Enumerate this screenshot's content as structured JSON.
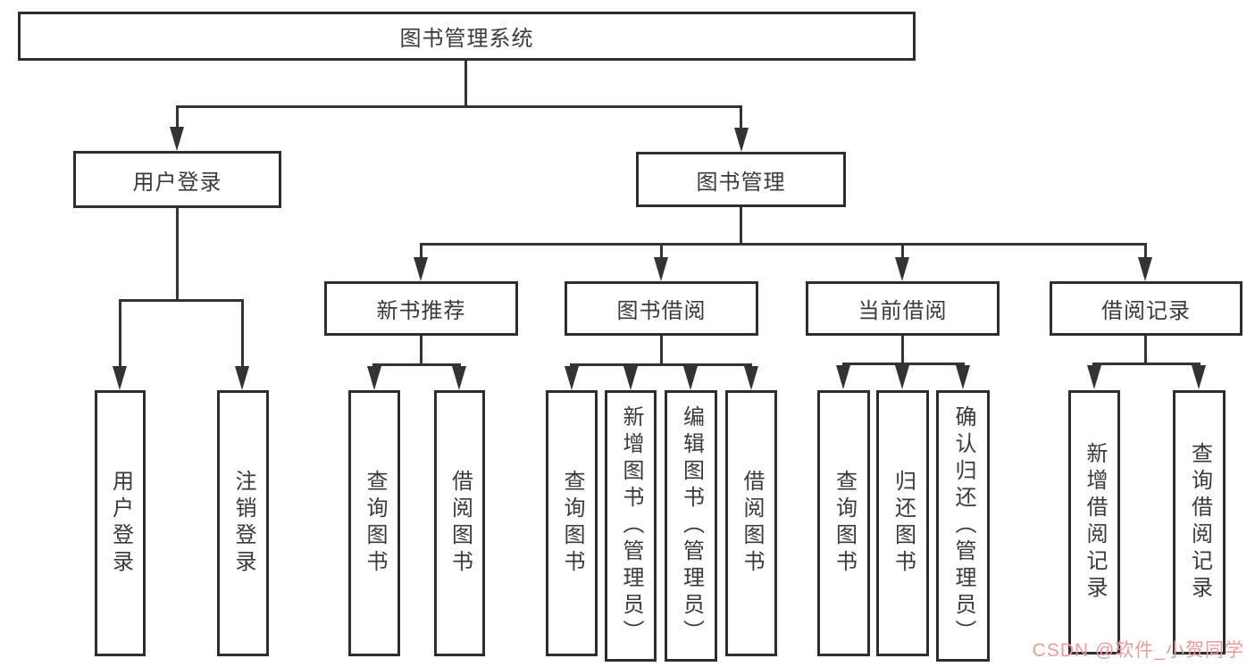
{
  "diagram": {
    "type": "hierarchy-tree",
    "title": "图书管理系统",
    "root": {
      "label": "图书管理系统"
    },
    "branches": [
      {
        "label": "用户登录",
        "children": [
          {
            "label": "用户登录"
          },
          {
            "label": "注销登录"
          }
        ]
      },
      {
        "label": "图书管理",
        "children": [
          {
            "label": "新书推荐",
            "children": [
              {
                "label": "查询图书"
              },
              {
                "label": "借阅图书"
              }
            ]
          },
          {
            "label": "图书借阅",
            "children": [
              {
                "label": "查询图书"
              },
              {
                "label": "新增图书（管理员）"
              },
              {
                "label": "编辑图书（管理员）"
              },
              {
                "label": "借阅图书"
              }
            ]
          },
          {
            "label": "当前借阅",
            "children": [
              {
                "label": "查询图书"
              },
              {
                "label": "归还图书"
              },
              {
                "label": "确认归还（管理员）"
              }
            ]
          },
          {
            "label": "借阅记录",
            "children": [
              {
                "label": "新增借阅记录"
              },
              {
                "label": "查询借阅记录"
              }
            ]
          }
        ]
      }
    ],
    "watermark": "CSDN @软件_小贺同学",
    "colors": {
      "line": "#333333",
      "border": "#2e2e2e",
      "text": "#3a3a3a",
      "watermark": "#ef9a9a",
      "background": "#ffffff"
    }
  }
}
